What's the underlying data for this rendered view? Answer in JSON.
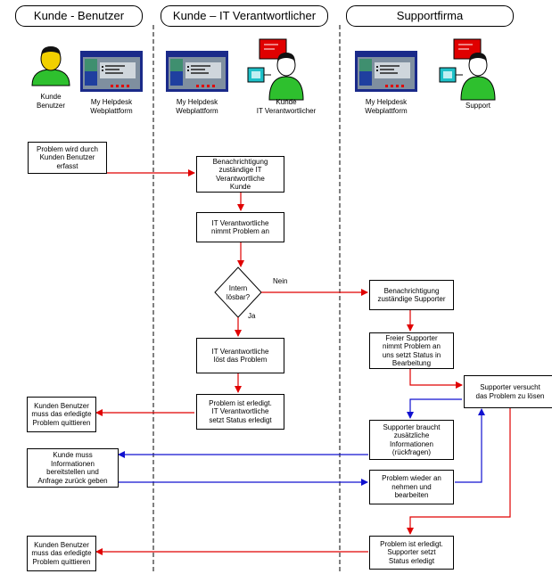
{
  "lanes": [
    "Kunde - Benutzer",
    "Kunde – IT Verantwortlicher",
    "Supportfirma"
  ],
  "actors": {
    "kunde_benutzer": "Kunde\nBenutzer",
    "helpdesk_1": "My Helpdesk\nWebplattform",
    "helpdesk_2": "My Helpdesk\nWebplattform",
    "kunde_it": "Kunde\nIT Verantwortlicher",
    "helpdesk_3": "My Helpdesk\nWebplattform",
    "support": "Support"
  },
  "boxes": {
    "problem_erfasst": "Problem wird durch\nKunden Benutzer\nerfasst",
    "benachrichtigung_it": "Benachrichtigung\nzuständige IT\nVerantwortliche\nKunde",
    "it_nimmt_an": "IT Verantwortliche\nnimmt Problem an",
    "it_loest": "IT Verantwortliche\nlöst das Problem",
    "erledigt_it": "Problem ist erledigt.\nIT Verantwortliche\nsetzt Status erledigt",
    "quittieren_1": "Kunden Benutzer\nmuss das erledigte\nProblem quittieren",
    "benachrichtigung_supporter": "Benachrichtigung\nzuständige Supporter",
    "freier_supporter": "Freier Supporter\nnimmt Problem an\nuns setzt Status in\nBearbeitung",
    "supporter_versucht": "Supporter versucht\ndas Problem zu lösen",
    "supporter_braucht": "Supporter braucht\nzusätzliche\nInformationen\n(rückfragen)",
    "kunde_muss": "Kunde muss\nInformationen\nbereitstellen und\nAnfrage zurück geben",
    "wieder_an": "Problem wieder an\nnehmen und\nbearbeiten",
    "erledigt_supporter": "Problem ist erledigt.\nSupporter setzt\nStatus erledigt",
    "quittieren_2": "Kunden Benutzer\nmuss das erledigte\nProblem quittieren"
  },
  "decision": {
    "text": "Intern\nlösbar?",
    "no": "Nein",
    "yes": "Ja"
  },
  "colors": {
    "red": "#e00000",
    "blue": "#1010d0",
    "green": "#2ec02e",
    "screen_frame": "#1a2a8a"
  }
}
